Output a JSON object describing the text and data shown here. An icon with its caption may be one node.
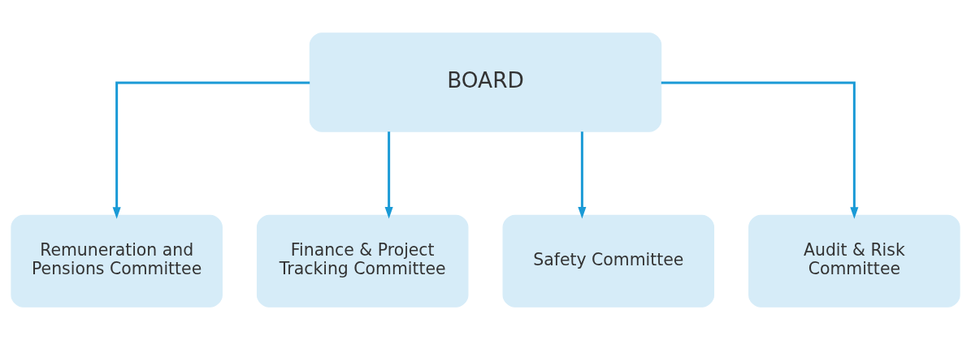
{
  "diagram": {
    "nodes": [
      {
        "text": [
          "BOARD"
        ]
      },
      {
        "text": [
          "Remuneration and Pensions Committee"
        ]
      },
      {
        "text": [
          "Finance & Project Tracking Committee"
        ]
      },
      {
        "text": [
          "Safety Committee"
        ]
      },
      {
        "text": [
          "Audit & Risk Committee"
        ]
      }
    ],
    "edges": [
      {
        "from": 0,
        "to": 1,
        "arrow": "to"
      },
      {
        "from": 0,
        "to": 2,
        "arrow": "to"
      },
      {
        "from": 0,
        "to": 3,
        "arrow": "to"
      },
      {
        "from": 0,
        "to": 4,
        "arrow": "to"
      }
    ]
  }
}
